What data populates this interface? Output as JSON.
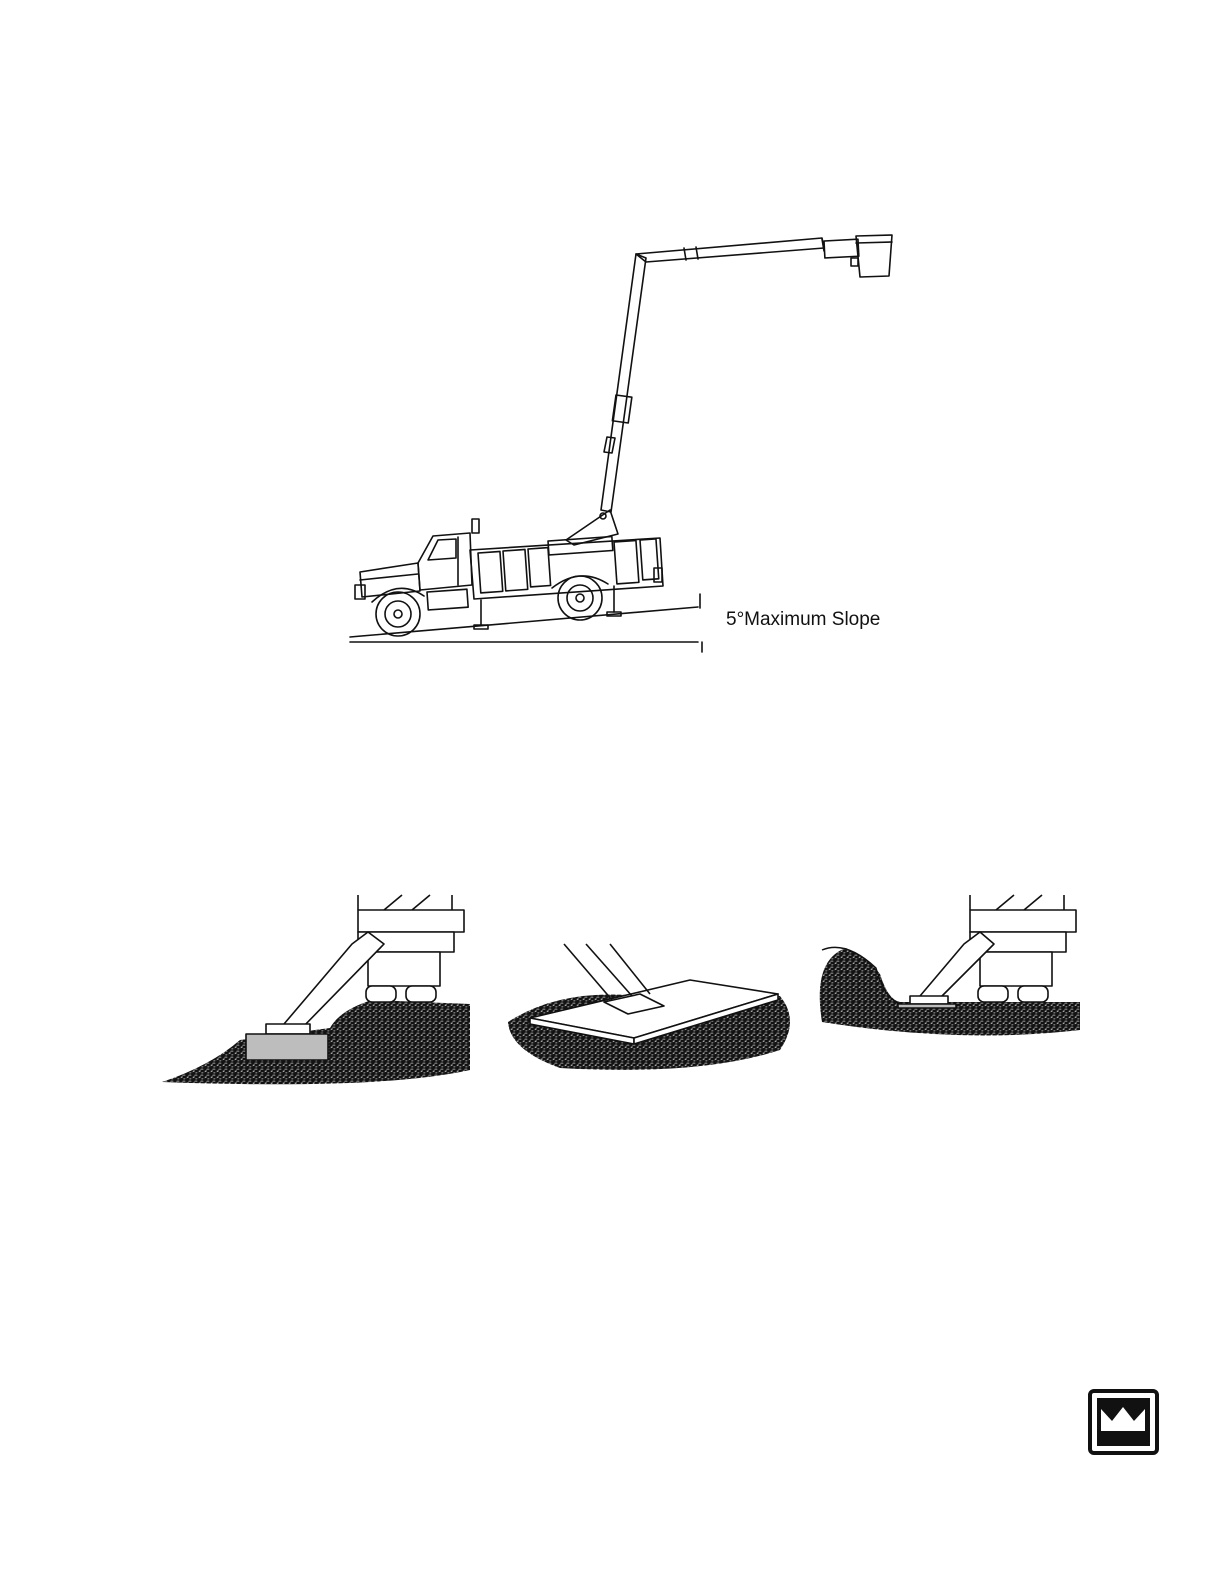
{
  "figure": {
    "slope_label": "5°Maximum Slope",
    "slope_degrees": 5
  },
  "outrigger_panels": [
    {
      "name": "outrigger-on-cribbing-slope"
    },
    {
      "name": "outrigger-on-pad-level"
    },
    {
      "name": "outrigger-on-ground-near-embankment"
    }
  ],
  "logo": {
    "icon": "crown-logo-icon"
  }
}
